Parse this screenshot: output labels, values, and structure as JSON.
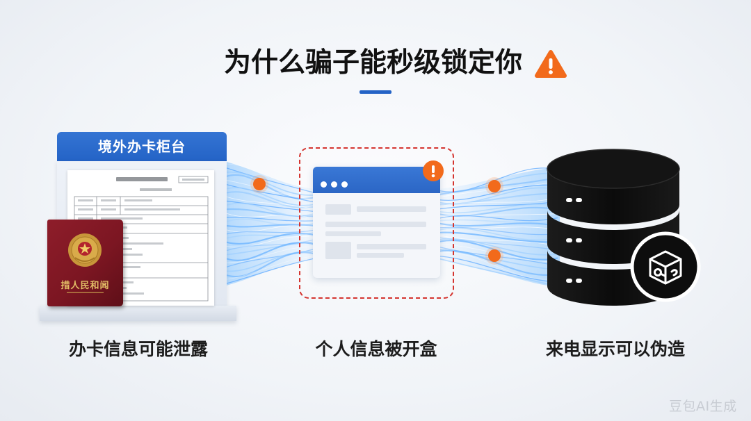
{
  "title": {
    "text": "为什么骗子能秒级锁定你",
    "icon": "warning-triangle-icon"
  },
  "panels": [
    {
      "header": "境外办卡柜台",
      "caption": "办卡信息可能泄露",
      "passport_text": "措人民和闻",
      "icons": [
        "form-document-icon",
        "passport-icon"
      ]
    },
    {
      "caption": "个人信息被开盒",
      "icons": [
        "browser-window-icon",
        "alert-badge-icon"
      ]
    },
    {
      "caption": "来电显示可以伪造",
      "icons": [
        "database-icon",
        "cube-key-icon"
      ]
    }
  ],
  "watermark": "豆包AI生成",
  "colors": {
    "accent_blue": "#2463c6",
    "warning_orange": "#f26a1b",
    "alert_red": "#d4342f",
    "database_black": "#111111",
    "passport_red": "#7c1622",
    "streak_blue": "#5aa8ff"
  }
}
